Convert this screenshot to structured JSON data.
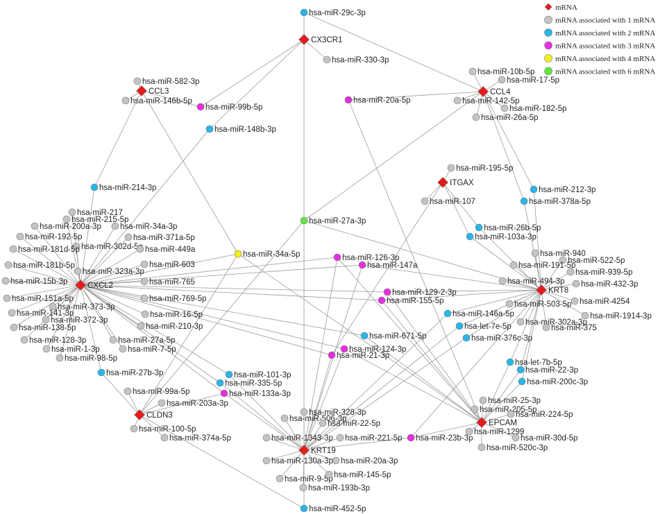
{
  "legend": [
    {
      "shape": "diamond",
      "color": "#e81b1b",
      "label": "mRNA"
    },
    {
      "shape": "circle",
      "color": "#c4c4c4",
      "label": "mRNA associated with 1 mRNA"
    },
    {
      "shape": "circle",
      "color": "#29b6e8",
      "label": "mRNA associated with 2 mRNA"
    },
    {
      "shape": "circle",
      "color": "#e82ee0",
      "label": "mRNA associated with 3 mRNA"
    },
    {
      "shape": "circle",
      "color": "#f4f01a",
      "label": "mRNA associated with 4 mRNA"
    },
    {
      "shape": "circle",
      "color": "#5ee83a",
      "label": "mRNA associated with 6 mRNA"
    }
  ],
  "nodes": [
    {
      "id": "CX3CR1",
      "type": "mRNA"
    },
    {
      "id": "CCL3",
      "type": "mRNA"
    },
    {
      "id": "CCL4",
      "type": "mRNA"
    },
    {
      "id": "ITGAX",
      "type": "mRNA"
    },
    {
      "id": "CXCL2",
      "type": "mRNA"
    },
    {
      "id": "KRT8",
      "type": "mRNA"
    },
    {
      "id": "CLDN3",
      "type": "mRNA"
    },
    {
      "id": "KRT19",
      "type": "mRNA"
    },
    {
      "id": "EPCAM",
      "type": "mRNA"
    },
    {
      "id": "hsa-miR-27a-3p",
      "degree": 6
    },
    {
      "id": "hsa-miR-34a-5p",
      "degree": 4
    },
    {
      "id": "hsa-miR-99b-5p",
      "degree": 3
    },
    {
      "id": "hsa-miR-20a-5p",
      "degree": 3
    },
    {
      "id": "hsa-miR-126-3p",
      "degree": 3
    },
    {
      "id": "hsa-miR-147a",
      "degree": 3
    },
    {
      "id": "hsa-miR-129-2-3p",
      "degree": 3
    },
    {
      "id": "hsa-miR-155-5p",
      "degree": 3
    },
    {
      "id": "hsa-miR-124-3p",
      "degree": 3
    },
    {
      "id": "hsa-miR-21-3p",
      "degree": 3
    },
    {
      "id": "hsa-miR-133a-3p",
      "degree": 3
    },
    {
      "id": "hsa-miR-23b-3p",
      "degree": 3
    },
    {
      "id": "hsa-miR-29c-3p",
      "degree": 2
    },
    {
      "id": "hsa-miR-148b-3p",
      "degree": 2
    },
    {
      "id": "hsa-miR-214-3p",
      "degree": 2
    },
    {
      "id": "hsa-miR-212-3p",
      "degree": 2
    },
    {
      "id": "hsa-miR-378a-5p",
      "degree": 2
    },
    {
      "id": "hsa-miR-26b-5p",
      "degree": 2
    },
    {
      "id": "hsa-miR-103a-3p",
      "degree": 2
    },
    {
      "id": "hsa-miR-146a-5p",
      "degree": 2
    },
    {
      "id": "hsa-let-7e-5p",
      "degree": 2
    },
    {
      "id": "hsa-miR-376c-3p",
      "degree": 2
    },
    {
      "id": "hsa-miR-671-5p",
      "degree": 2
    },
    {
      "id": "hsa-let-7b-5p",
      "degree": 2
    },
    {
      "id": "hsa-miR-22-3p",
      "degree": 2
    },
    {
      "id": "hsa-miR-200c-3p",
      "degree": 2
    },
    {
      "id": "hsa-miR-27b-3p",
      "degree": 2
    },
    {
      "id": "hsa-miR-101-3p",
      "degree": 2
    },
    {
      "id": "hsa-miR-335-5p",
      "degree": 2
    },
    {
      "id": "hsa-miR-452-5p",
      "degree": 2
    },
    {
      "id": "hsa-miR-330-3p",
      "degree": 1
    },
    {
      "id": "hsa-miR-582-3p",
      "degree": 1
    },
    {
      "id": "hsa-miR-146b-5p",
      "degree": 1
    },
    {
      "id": "hsa-miR-10b-5p",
      "degree": 1
    },
    {
      "id": "hsa-miR-17-5p",
      "degree": 1
    },
    {
      "id": "hsa-miR-142-5p",
      "degree": 1
    },
    {
      "id": "hsa-miR-182-5p",
      "degree": 1
    },
    {
      "id": "hsa-miR-26a-5p",
      "degree": 1
    },
    {
      "id": "hsa-miR-195-5p",
      "degree": 1
    },
    {
      "id": "hsa-miR-107",
      "degree": 1
    },
    {
      "id": "hsa-miR-217",
      "degree": 1
    },
    {
      "id": "hsa-miR-215-5p",
      "degree": 1
    },
    {
      "id": "hsa-miR-200a-3p",
      "degree": 1
    },
    {
      "id": "hsa-miR-34a-3p",
      "degree": 1
    },
    {
      "id": "hsa-miR-192-5p",
      "degree": 1
    },
    {
      "id": "hsa-miR-371a-5p",
      "degree": 1
    },
    {
      "id": "hsa-miR-302d-5p",
      "degree": 1
    },
    {
      "id": "hsa-miR-181d-5p",
      "degree": 1
    },
    {
      "id": "hsa-miR-449a",
      "degree": 1
    },
    {
      "id": "hsa-miR-323a-3p",
      "degree": 1
    },
    {
      "id": "hsa-miR-181b-5p",
      "degree": 1
    },
    {
      "id": "hsa-miR-603",
      "degree": 1
    },
    {
      "id": "hsa-miR-15b-3p",
      "degree": 1
    },
    {
      "id": "hsa-miR-765",
      "degree": 1
    },
    {
      "id": "hsa-miR-151a-5p",
      "degree": 1
    },
    {
      "id": "hsa-miR-769-5p",
      "degree": 1
    },
    {
      "id": "hsa-miR-373-3p",
      "degree": 1
    },
    {
      "id": "hsa-miR-141-3p",
      "degree": 1
    },
    {
      "id": "hsa-miR-16-5p",
      "degree": 1
    },
    {
      "id": "hsa-miR-372-3p",
      "degree": 1
    },
    {
      "id": "hsa-miR-210-3p",
      "degree": 1
    },
    {
      "id": "hsa-miR-138-5p",
      "degree": 1
    },
    {
      "id": "hsa-miR-27a-5p",
      "degree": 1
    },
    {
      "id": "hsa-miR-128-3p",
      "degree": 1
    },
    {
      "id": "hsa-miR-7-5p",
      "degree": 1
    },
    {
      "id": "hsa-miR-1-3p",
      "degree": 1
    },
    {
      "id": "hsa-miR-98-5p",
      "degree": 1
    },
    {
      "id": "hsa-miR-940",
      "degree": 1
    },
    {
      "id": "hsa-miR-522-5p",
      "degree": 1
    },
    {
      "id": "hsa-miR-191-5p",
      "degree": 1
    },
    {
      "id": "hsa-miR-939-5p",
      "degree": 1
    },
    {
      "id": "hsa-miR-494-3p",
      "degree": 1
    },
    {
      "id": "hsa-miR-432-3p",
      "degree": 1
    },
    {
      "id": "hsa-miR-4254",
      "degree": 1
    },
    {
      "id": "hsa-miR-503-5p",
      "degree": 1
    },
    {
      "id": "hsa-miR-1914-3p",
      "degree": 1
    },
    {
      "id": "hsa-miR-302a-3p",
      "degree": 1
    },
    {
      "id": "hsa-miR-375",
      "degree": 1
    },
    {
      "id": "hsa-miR-99a-5p",
      "degree": 1
    },
    {
      "id": "hsa-miR-203a-3p",
      "degree": 1
    },
    {
      "id": "hsa-miR-100-5p",
      "degree": 1
    },
    {
      "id": "hsa-miR-374a-5p",
      "degree": 1
    },
    {
      "id": "hsa-miR-328-3p",
      "degree": 1
    },
    {
      "id": "hsa-miR-506-3p",
      "degree": 1
    },
    {
      "id": "hsa-miR-22-5p",
      "degree": 1
    },
    {
      "id": "hsa-miR-1343-3p",
      "degree": 1
    },
    {
      "id": "hsa-miR-221-5p",
      "degree": 1
    },
    {
      "id": "hsa-miR-130a-3p",
      "degree": 1
    },
    {
      "id": "hsa-miR-20a-3p",
      "degree": 1
    },
    {
      "id": "hsa-miR-9-5p",
      "degree": 1
    },
    {
      "id": "hsa-miR-145-5p",
      "degree": 1
    },
    {
      "id": "hsa-miR-193b-3p",
      "degree": 1
    },
    {
      "id": "hsa-miR-25-3p",
      "degree": 1
    },
    {
      "id": "hsa-miR-205-5p",
      "degree": 1
    },
    {
      "id": "hsa-miR-224-5p",
      "degree": 1
    },
    {
      "id": "hsa-miR-1299",
      "degree": 1
    },
    {
      "id": "hsa-miR-30d-5p",
      "degree": 1
    },
    {
      "id": "hsa-miR-520c-3p",
      "degree": 1
    }
  ],
  "edges": [
    [
      "CX3CR1",
      "hsa-miR-29c-3p"
    ],
    [
      "CX3CR1",
      "hsa-miR-99b-5p"
    ],
    [
      "CX3CR1",
      "hsa-miR-148b-3p"
    ],
    [
      "CX3CR1",
      "hsa-miR-330-3p"
    ],
    [
      "CX3CR1",
      "hsa-miR-27a-3p"
    ],
    [
      "CCL3",
      "hsa-miR-582-3p"
    ],
    [
      "CCL3",
      "hsa-miR-146b-5p"
    ],
    [
      "CCL3",
      "hsa-miR-99b-5p"
    ],
    [
      "CCL3",
      "hsa-miR-214-3p"
    ],
    [
      "CCL3",
      "hsa-miR-34a-5p"
    ],
    [
      "CCL4",
      "hsa-miR-29c-3p"
    ],
    [
      "CCL4",
      "hsa-miR-10b-5p"
    ],
    [
      "CCL4",
      "hsa-miR-17-5p"
    ],
    [
      "CCL4",
      "hsa-miR-142-5p"
    ],
    [
      "CCL4",
      "hsa-miR-182-5p"
    ],
    [
      "CCL4",
      "hsa-miR-26a-5p"
    ],
    [
      "CCL4",
      "hsa-miR-20a-5p"
    ],
    [
      "CCL4",
      "hsa-miR-27a-3p"
    ],
    [
      "CCL4",
      "hsa-miR-212-3p"
    ],
    [
      "CCL4",
      "hsa-miR-378a-5p"
    ],
    [
      "ITGAX",
      "hsa-miR-195-5p"
    ],
    [
      "ITGAX",
      "hsa-miR-107"
    ],
    [
      "ITGAX",
      "hsa-miR-26b-5p"
    ],
    [
      "ITGAX",
      "hsa-miR-103a-3p"
    ],
    [
      "ITGAX",
      "hsa-miR-21-3p"
    ],
    [
      "CXCL2",
      "hsa-miR-214-3p"
    ],
    [
      "CXCL2",
      "hsa-miR-217"
    ],
    [
      "CXCL2",
      "hsa-miR-215-5p"
    ],
    [
      "CXCL2",
      "hsa-miR-200a-3p"
    ],
    [
      "CXCL2",
      "hsa-miR-34a-3p"
    ],
    [
      "CXCL2",
      "hsa-miR-192-5p"
    ],
    [
      "CXCL2",
      "hsa-miR-371a-5p"
    ],
    [
      "CXCL2",
      "hsa-miR-302d-5p"
    ],
    [
      "CXCL2",
      "hsa-miR-181d-5p"
    ],
    [
      "CXCL2",
      "hsa-miR-449a"
    ],
    [
      "CXCL2",
      "hsa-miR-323a-3p"
    ],
    [
      "CXCL2",
      "hsa-miR-181b-5p"
    ],
    [
      "CXCL2",
      "hsa-miR-603"
    ],
    [
      "CXCL2",
      "hsa-miR-15b-3p"
    ],
    [
      "CXCL2",
      "hsa-miR-765"
    ],
    [
      "CXCL2",
      "hsa-miR-151a-5p"
    ],
    [
      "CXCL2",
      "hsa-miR-769-5p"
    ],
    [
      "CXCL2",
      "hsa-miR-373-3p"
    ],
    [
      "CXCL2",
      "hsa-miR-141-3p"
    ],
    [
      "CXCL2",
      "hsa-miR-16-5p"
    ],
    [
      "CXCL2",
      "hsa-miR-372-3p"
    ],
    [
      "CXCL2",
      "hsa-miR-210-3p"
    ],
    [
      "CXCL2",
      "hsa-miR-138-5p"
    ],
    [
      "CXCL2",
      "hsa-miR-27a-5p"
    ],
    [
      "CXCL2",
      "hsa-miR-128-3p"
    ],
    [
      "CXCL2",
      "hsa-miR-7-5p"
    ],
    [
      "CXCL2",
      "hsa-miR-1-3p"
    ],
    [
      "CXCL2",
      "hsa-miR-98-5p"
    ],
    [
      "CXCL2",
      "hsa-miR-27b-3p"
    ],
    [
      "CXCL2",
      "hsa-miR-148b-3p"
    ],
    [
      "CXCL2",
      "hsa-miR-34a-5p"
    ],
    [
      "CXCL2",
      "hsa-miR-126-3p"
    ],
    [
      "CXCL2",
      "hsa-miR-147a"
    ],
    [
      "CXCL2",
      "hsa-miR-129-2-3p"
    ],
    [
      "CXCL2",
      "hsa-miR-155-5p"
    ],
    [
      "CXCL2",
      "hsa-miR-124-3p"
    ],
    [
      "CXCL2",
      "hsa-miR-21-3p"
    ],
    [
      "CXCL2",
      "hsa-miR-133a-3p"
    ],
    [
      "CXCL2",
      "hsa-miR-101-3p"
    ],
    [
      "CXCL2",
      "hsa-miR-335-5p"
    ],
    [
      "CXCL2",
      "hsa-miR-671-5p"
    ],
    [
      "KRT8",
      "hsa-miR-212-3p"
    ],
    [
      "KRT8",
      "hsa-miR-378a-5p"
    ],
    [
      "KRT8",
      "hsa-miR-26b-5p"
    ],
    [
      "KRT8",
      "hsa-miR-103a-3p"
    ],
    [
      "KRT8",
      "hsa-miR-940"
    ],
    [
      "KRT8",
      "hsa-miR-522-5p"
    ],
    [
      "KRT8",
      "hsa-miR-191-5p"
    ],
    [
      "KRT8",
      "hsa-miR-939-5p"
    ],
    [
      "KRT8",
      "hsa-miR-494-3p"
    ],
    [
      "KRT8",
      "hsa-miR-432-3p"
    ],
    [
      "KRT8",
      "hsa-miR-4254"
    ],
    [
      "KRT8",
      "hsa-miR-503-5p"
    ],
    [
      "KRT8",
      "hsa-miR-1914-3p"
    ],
    [
      "KRT8",
      "hsa-miR-302a-3p"
    ],
    [
      "KRT8",
      "hsa-miR-375"
    ],
    [
      "KRT8",
      "hsa-miR-146a-5p"
    ],
    [
      "KRT8",
      "hsa-let-7e-5p"
    ],
    [
      "KRT8",
      "hsa-miR-376c-3p"
    ],
    [
      "KRT8",
      "hsa-let-7b-5p"
    ],
    [
      "KRT8",
      "hsa-miR-22-3p"
    ],
    [
      "KRT8",
      "hsa-miR-200c-3p"
    ],
    [
      "KRT8",
      "hsa-miR-27a-3p"
    ],
    [
      "KRT8",
      "hsa-miR-147a"
    ],
    [
      "KRT8",
      "hsa-miR-129-2-3p"
    ],
    [
      "KRT8",
      "hsa-miR-155-5p"
    ],
    [
      "KRT8",
      "hsa-miR-23b-3p"
    ],
    [
      "CLDN3",
      "hsa-miR-27b-3p"
    ],
    [
      "CLDN3",
      "hsa-miR-99a-5p"
    ],
    [
      "CLDN3",
      "hsa-miR-203a-3p"
    ],
    [
      "CLDN3",
      "hsa-miR-100-5p"
    ],
    [
      "CLDN3",
      "hsa-miR-374a-5p"
    ],
    [
      "CLDN3",
      "hsa-miR-34a-5p"
    ],
    [
      "CLDN3",
      "hsa-miR-133a-3p"
    ],
    [
      "CLDN3",
      "hsa-miR-27a-3p"
    ],
    [
      "CLDN3",
      "hsa-miR-452-5p"
    ],
    [
      "KRT19",
      "hsa-miR-27a-3p"
    ],
    [
      "KRT19",
      "hsa-miR-126-3p"
    ],
    [
      "KRT19",
      "hsa-miR-147a"
    ],
    [
      "KRT19",
      "hsa-miR-124-3p"
    ],
    [
      "KRT19",
      "hsa-miR-21-3p"
    ],
    [
      "KRT19",
      "hsa-miR-133a-3p"
    ],
    [
      "KRT19",
      "hsa-miR-101-3p"
    ],
    [
      "KRT19",
      "hsa-miR-335-5p"
    ],
    [
      "KRT19",
      "hsa-miR-146a-5p"
    ],
    [
      "KRT19",
      "hsa-let-7e-5p"
    ],
    [
      "KRT19",
      "hsa-miR-376c-3p"
    ],
    [
      "KRT19",
      "hsa-miR-328-3p"
    ],
    [
      "KRT19",
      "hsa-miR-506-3p"
    ],
    [
      "KRT19",
      "hsa-miR-22-5p"
    ],
    [
      "KRT19",
      "hsa-miR-1343-3p"
    ],
    [
      "KRT19",
      "hsa-miR-221-5p"
    ],
    [
      "KRT19",
      "hsa-miR-130a-3p"
    ],
    [
      "KRT19",
      "hsa-miR-20a-3p"
    ],
    [
      "KRT19",
      "hsa-miR-9-5p"
    ],
    [
      "KRT19",
      "hsa-miR-145-5p"
    ],
    [
      "KRT19",
      "hsa-miR-193b-3p"
    ],
    [
      "KRT19",
      "hsa-miR-23b-3p"
    ],
    [
      "KRT19",
      "hsa-miR-452-5p"
    ],
    [
      "EPCAM",
      "hsa-miR-20a-5p"
    ],
    [
      "EPCAM",
      "hsa-miR-126-3p"
    ],
    [
      "EPCAM",
      "hsa-miR-129-2-3p"
    ],
    [
      "EPCAM",
      "hsa-miR-155-5p"
    ],
    [
      "EPCAM",
      "hsa-miR-124-3p"
    ],
    [
      "EPCAM",
      "hsa-miR-671-5p"
    ],
    [
      "EPCAM",
      "hsa-let-7b-5p"
    ],
    [
      "EPCAM",
      "hsa-miR-22-3p"
    ],
    [
      "EPCAM",
      "hsa-miR-200c-3p"
    ],
    [
      "EPCAM",
      "hsa-miR-25-3p"
    ],
    [
      "EPCAM",
      "hsa-miR-205-5p"
    ],
    [
      "EPCAM",
      "hsa-miR-224-5p"
    ],
    [
      "EPCAM",
      "hsa-miR-1299"
    ],
    [
      "EPCAM",
      "hsa-miR-30d-5p"
    ],
    [
      "EPCAM",
      "hsa-miR-520c-3p"
    ],
    [
      "EPCAM",
      "hsa-miR-23b-3p"
    ],
    [
      "EPCAM",
      "hsa-miR-34a-5p"
    ]
  ]
}
